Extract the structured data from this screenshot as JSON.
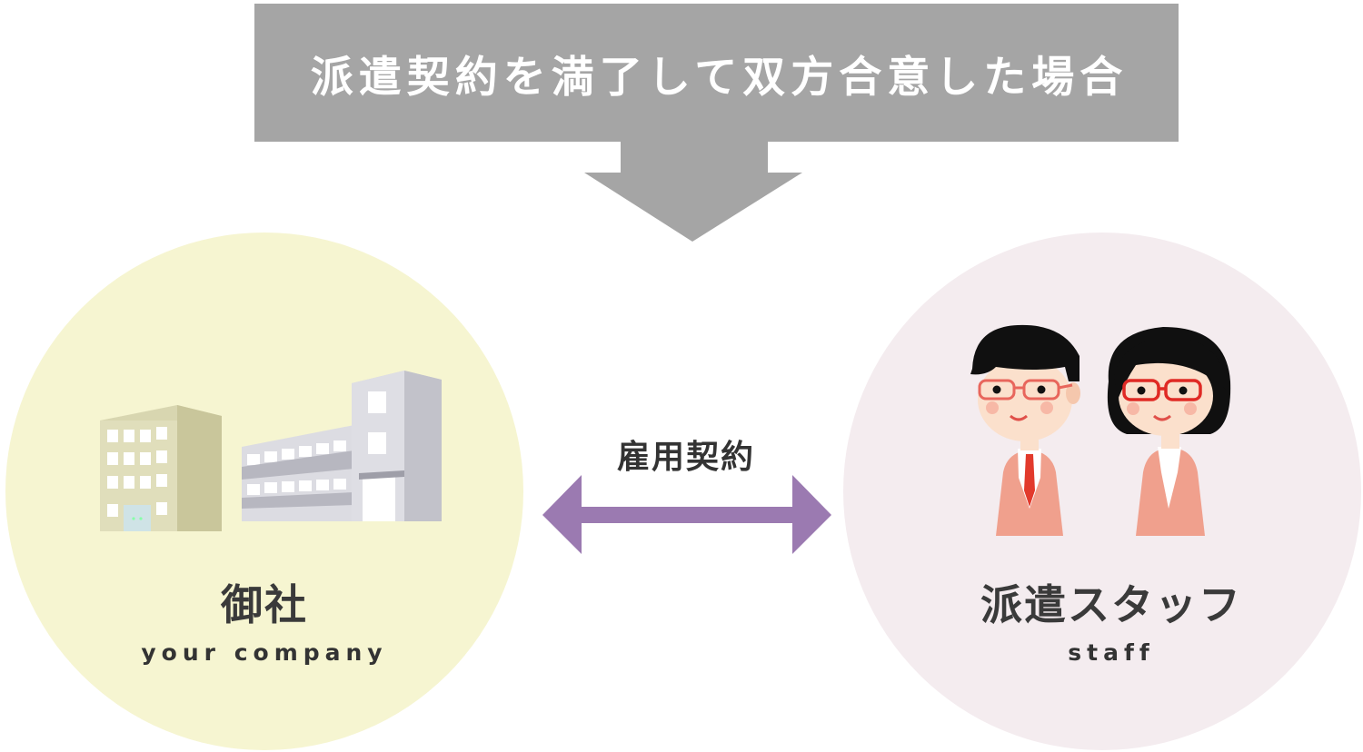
{
  "banner": {
    "title": "派遣契約を満了して双方合意した場合"
  },
  "contract": {
    "label": "雇用契約"
  },
  "company": {
    "name_jp": "御社",
    "name_en": "your company"
  },
  "staff": {
    "name_jp": "派遣スタッフ",
    "name_en": "staff"
  },
  "colors": {
    "banner": "#a5a5a5",
    "company_circle": "#f6f5d1",
    "staff_circle": "#f4ecef",
    "contract_arrow": "#9b7ab1",
    "skin": "#fbe0cc",
    "suit": "#f0a08d"
  }
}
